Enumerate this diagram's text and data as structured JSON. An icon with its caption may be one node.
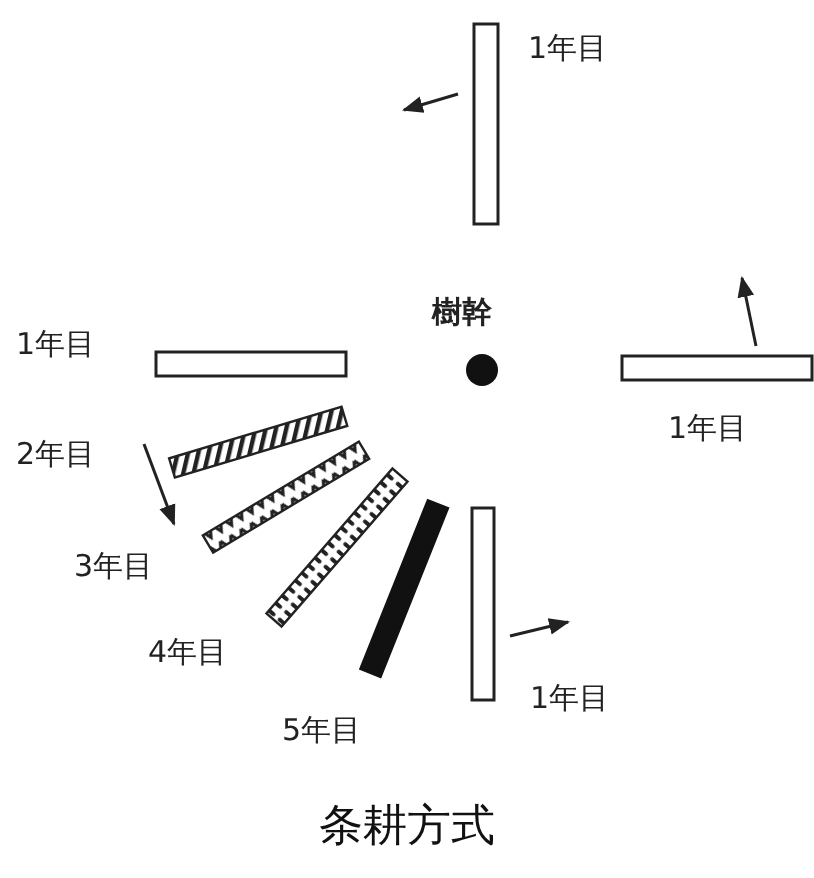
{
  "diagram": {
    "caption": "条耕方式",
    "labels": [
      "1年目",
      "樹幹",
      "1年目",
      "1年目",
      "2年目",
      "3年目",
      "4年目",
      "1年目",
      "5年目"
    ]
  }
}
